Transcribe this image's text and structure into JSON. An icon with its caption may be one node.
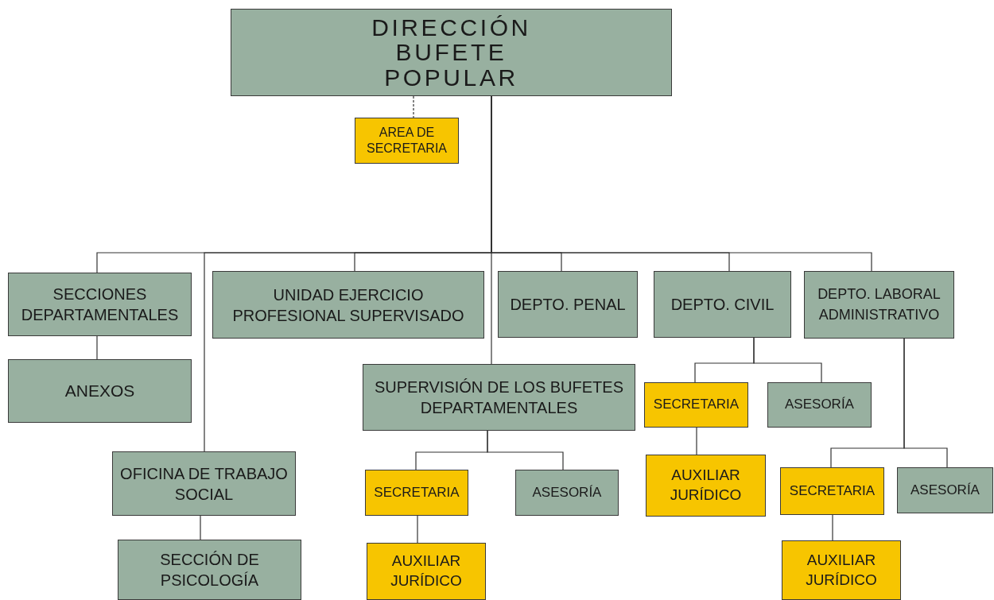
{
  "diagram": {
    "nodes": [
      {
        "text": [
          "DIRECCIÓN BUFETE POPULAR"
        ]
      },
      {
        "text": [
          "AREA DE SECRETARIA"
        ]
      },
      {
        "text": [
          "SECCIONES DEPARTAMENTALES"
        ]
      },
      {
        "text": [
          "UNIDAD EJERCICIO PROFESIONAL SUPERVISADO"
        ]
      },
      {
        "text": [
          "DEPTO. PENAL"
        ]
      },
      {
        "text": [
          "DEPTO. CIVIL"
        ]
      },
      {
        "text": [
          "DEPTO. LABORAL ADMINISTRATIVO"
        ]
      },
      {
        "text": [
          "ANEXOS"
        ]
      },
      {
        "text": [
          "SUPERVISIÓN DE LOS BUFETES DEPARTAMENTALES"
        ]
      },
      {
        "text": [
          "SECRETARIA"
        ]
      },
      {
        "text": [
          "ASESORÍA"
        ]
      },
      {
        "text": [
          "OFICINA DE TRABAJO SOCIAL"
        ]
      },
      {
        "text": [
          "AUXILIAR JURÍDICO"
        ]
      },
      {
        "text": [
          "SECRETARIA"
        ]
      },
      {
        "text": [
          "ASESORÍA"
        ]
      },
      {
        "text": [
          "SECRETARIA"
        ]
      },
      {
        "text": [
          "ASESORÍA"
        ]
      },
      {
        "text": [
          "SECCIÓN DE PSICOLOGÍA"
        ]
      },
      {
        "text": [
          "AUXILIAR JURÍDICO"
        ]
      },
      {
        "text": [
          "AUXILIAR JURÍDICO"
        ]
      }
    ],
    "edges": [
      {
        "from": 0,
        "to": 1,
        "arrow": "none",
        "style": "dashed"
      },
      {
        "from": 0,
        "to": 2,
        "arrow": "none"
      },
      {
        "from": 0,
        "to": 11,
        "arrow": "none"
      },
      {
        "from": 0,
        "to": 3,
        "arrow": "none"
      },
      {
        "from": 0,
        "to": 8,
        "arrow": "none"
      },
      {
        "from": 0,
        "to": 4,
        "arrow": "none"
      },
      {
        "from": 0,
        "to": 5,
        "arrow": "none"
      },
      {
        "from": 0,
        "to": 6,
        "arrow": "none"
      },
      {
        "from": 2,
        "to": 7,
        "arrow": "none"
      },
      {
        "from": 11,
        "to": 17,
        "arrow": "none"
      },
      {
        "from": 8,
        "to": 9,
        "arrow": "none"
      },
      {
        "from": 8,
        "to": 10,
        "arrow": "none"
      },
      {
        "from": 9,
        "to": 12,
        "arrow": "none"
      },
      {
        "from": 5,
        "to": 13,
        "arrow": "none"
      },
      {
        "from": 5,
        "to": 14,
        "arrow": "none"
      },
      {
        "from": 13,
        "to": 18,
        "arrow": "none"
      },
      {
        "from": 6,
        "to": 15,
        "arrow": "none"
      },
      {
        "from": 6,
        "to": 16,
        "arrow": "none"
      },
      {
        "from": 15,
        "to": 19,
        "arrow": "none"
      }
    ]
  }
}
